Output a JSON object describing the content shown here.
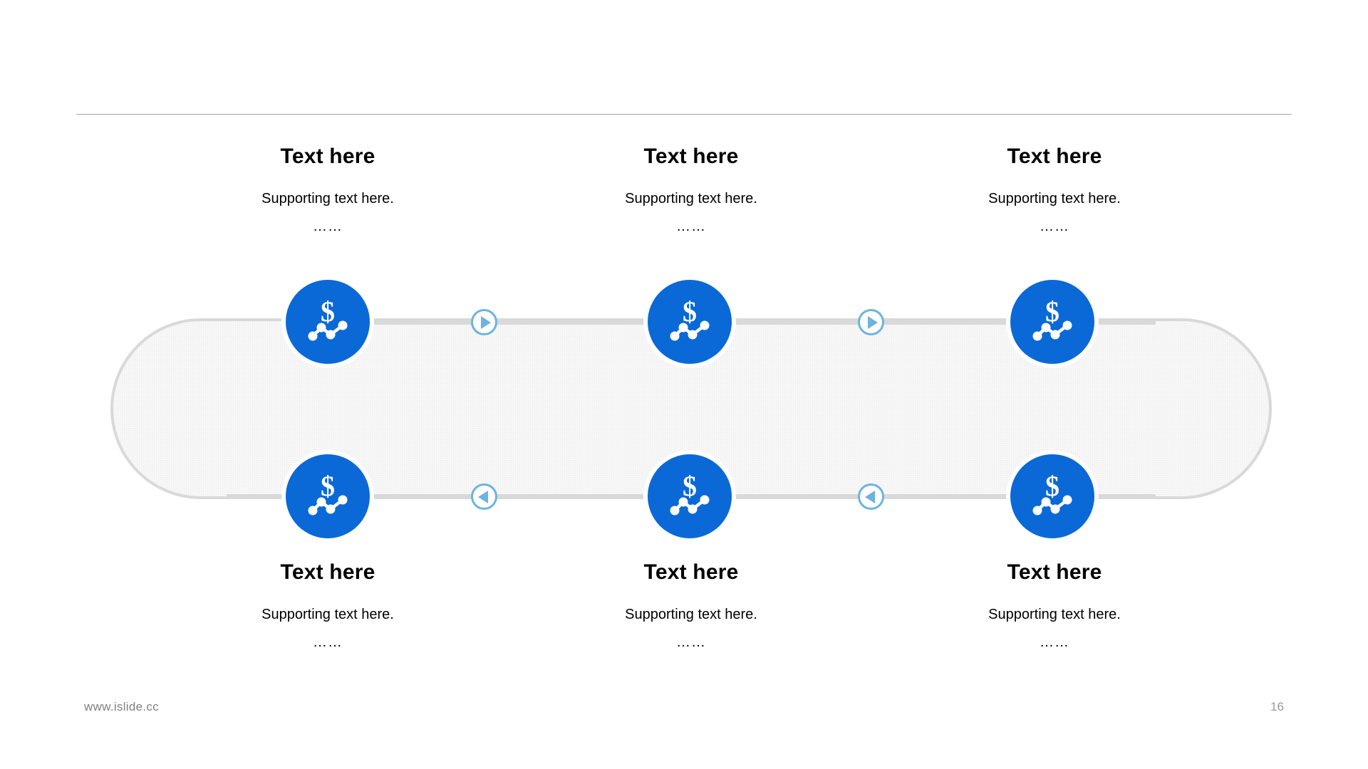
{
  "slide": {
    "page_number": "16",
    "footer_url": "www.islide.cc",
    "colors": {
      "node_blue": "#0a69d6",
      "arrow_blue": "#6cb3e0",
      "track_border": "#d9d9d9",
      "track_fill": "#f7f7f7",
      "rule": "#a6a6a6",
      "footer_text": "#808080"
    }
  },
  "items": [
    {
      "title": "Text here",
      "subtitle": "Supporting text here.",
      "ellipsis": "……",
      "icon": "dollar-line-chart-icon",
      "position": "top",
      "column": 1
    },
    {
      "title": "Text here",
      "subtitle": "Supporting text here.",
      "ellipsis": "……",
      "icon": "dollar-line-chart-icon",
      "position": "top",
      "column": 2
    },
    {
      "title": "Text here",
      "subtitle": "Supporting text here.",
      "ellipsis": "……",
      "icon": "dollar-line-chart-icon",
      "position": "top",
      "column": 3
    },
    {
      "title": "Text here",
      "subtitle": "Supporting text here.",
      "ellipsis": "……",
      "icon": "dollar-line-chart-icon",
      "position": "bottom",
      "column": 1
    },
    {
      "title": "Text here",
      "subtitle": "Supporting text here.",
      "ellipsis": "……",
      "icon": "dollar-line-chart-icon",
      "position": "bottom",
      "column": 2
    },
    {
      "title": "Text here",
      "subtitle": "Supporting text here.",
      "ellipsis": "……",
      "icon": "dollar-line-chart-icon",
      "position": "bottom",
      "column": 3
    }
  ],
  "connectors": [
    {
      "direction": "right",
      "icon": "play-right-icon",
      "row": "top"
    },
    {
      "direction": "right",
      "icon": "play-right-icon",
      "row": "top"
    },
    {
      "direction": "left",
      "icon": "play-left-icon",
      "row": "bottom"
    },
    {
      "direction": "left",
      "icon": "play-left-icon",
      "row": "bottom"
    }
  ]
}
